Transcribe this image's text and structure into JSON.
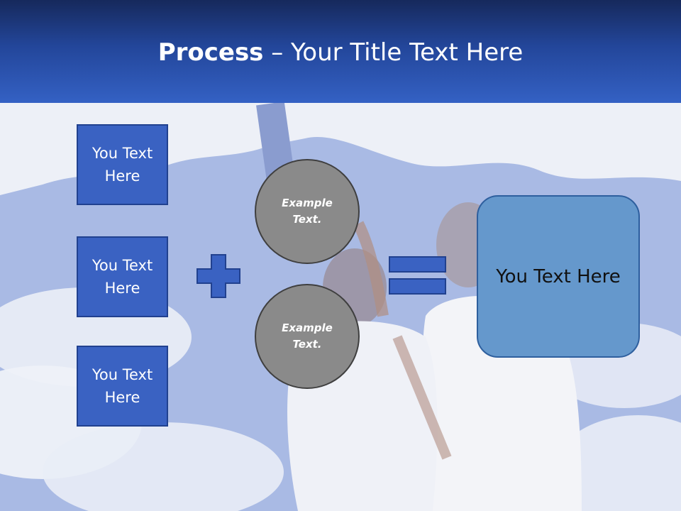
{
  "title": {
    "bold": "Process",
    "rest": " – Your Title Text Here"
  },
  "left_boxes": [
    {
      "line1": "You Text",
      "line2": "Here"
    },
    {
      "line1": "You Text",
      "line2": "Here"
    },
    {
      "line1": "You Text",
      "line2": "Here"
    }
  ],
  "operators": {
    "plus": "plus-icon",
    "equals": "equals-icon"
  },
  "circles": [
    {
      "line1": "Example",
      "line2": "Text."
    },
    {
      "line1": "Example",
      "line2": "Text."
    }
  ],
  "result": {
    "label": "You Text Here"
  },
  "colors": {
    "header_dark": "#16295c",
    "header_light": "#3461c4",
    "box_blue": "#3a62c2",
    "circle_gray": "#8a8a8a",
    "result_blue": "#6598cc"
  }
}
